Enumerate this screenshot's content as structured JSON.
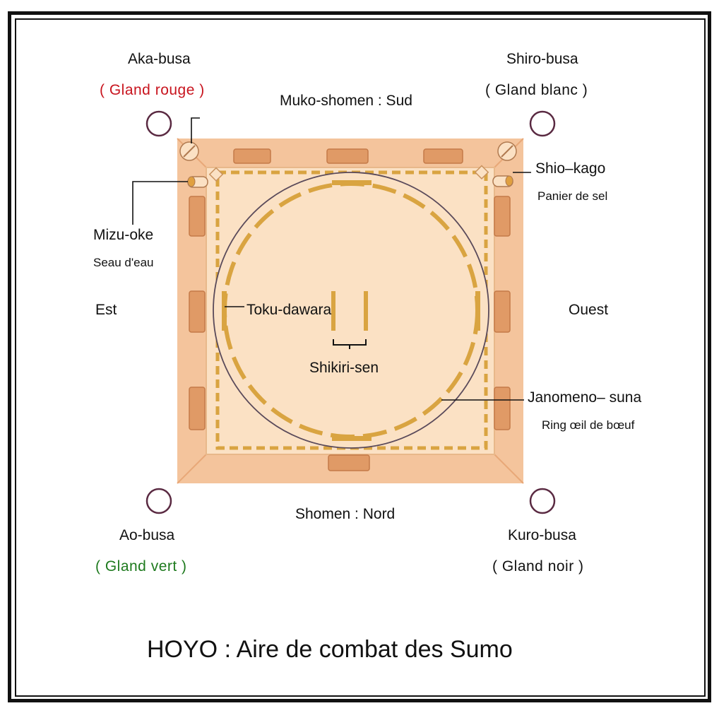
{
  "title": "HOYO : Aire de combat des Sumo",
  "sides": {
    "south": "Muko-shomen : Sud",
    "north": "Shomen : Nord",
    "east": "Est",
    "west": "Ouest"
  },
  "tassels": {
    "aka": {
      "name": "Aka-busa",
      "desc": "( Gland rouge )",
      "color": "#c8141e"
    },
    "shiro": {
      "name": "Shiro-busa",
      "desc": "( Gland blanc )",
      "color": "#111111"
    },
    "ao": {
      "name": "Ao-busa",
      "desc": "( Gland vert )",
      "color": "#1e7a1e"
    },
    "kuro": {
      "name": "Kuro-busa",
      "desc": "( Gland noir )",
      "color": "#111111"
    }
  },
  "parts": {
    "mizu_oke": {
      "name": "Mizu-oke",
      "desc": "Seau d'eau"
    },
    "shio_kago": {
      "name": "Shio–kago",
      "desc": "Panier de sel"
    },
    "toku_dawara": {
      "name": "Toku-dawara"
    },
    "shikiri_sen": {
      "name": "Shikiri-sen"
    },
    "janomeno_suna": {
      "name": "Janomeno– suna",
      "desc": "Ring œil de bœuf"
    }
  },
  "colors": {
    "dohyo_outer": "#f4c49c",
    "dohyo_inner": "#fbe1c4",
    "straw": "#d9a441",
    "pillar": "#5a2a42"
  }
}
